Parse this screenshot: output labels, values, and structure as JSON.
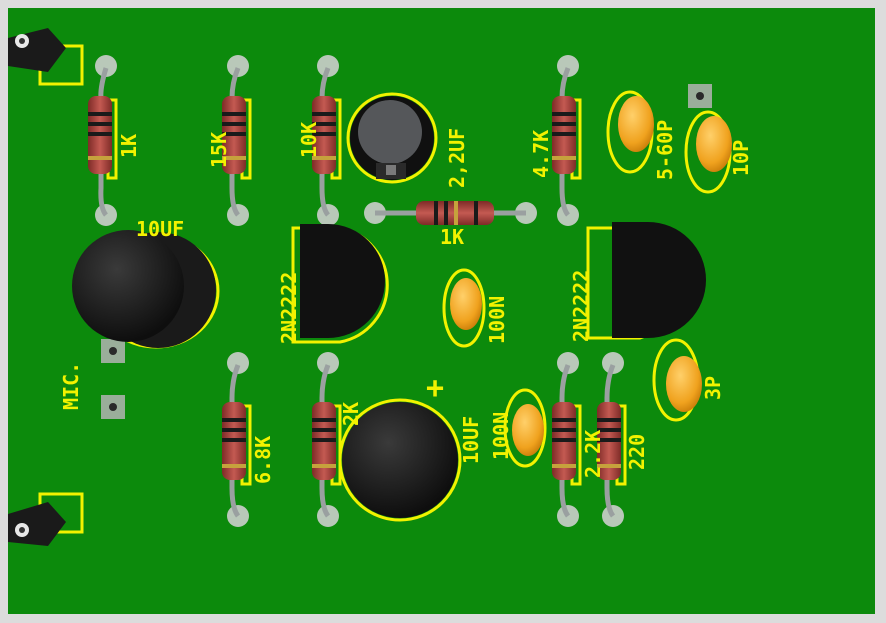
{
  "board": {
    "colors": {
      "pcb": "#0c8a0c",
      "pcb_edge": "#0a6e0a",
      "silkscreen": "#f2f200",
      "pad": "#b9c8b9",
      "transistor": "#151515",
      "capacitor_ceramic": "#f0a21e",
      "resistor_body": "#a8413c"
    },
    "labels": {
      "r1": "1K",
      "r2": "15K",
      "r3": "10K",
      "c1": "2,2UF",
      "r4": "4.7K",
      "trim": "5-60P",
      "c2": "10P",
      "c3": "10UF",
      "r5": "1K",
      "q1": "2N2222",
      "c4": "100N",
      "q2": "2N2222",
      "mic": "MIC.",
      "c5": "3P",
      "r6": "6.8K",
      "r7": "2K",
      "c6_polarity": "+",
      "c6": "10UF",
      "c7": "100N",
      "r8": "2.2K",
      "r9": "220"
    }
  }
}
